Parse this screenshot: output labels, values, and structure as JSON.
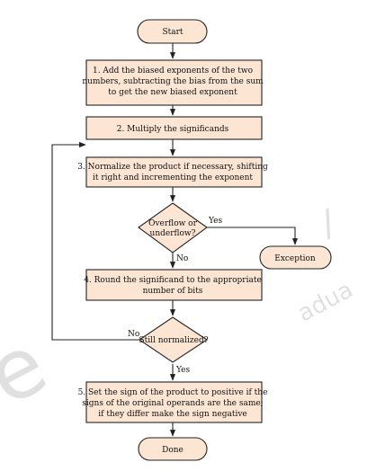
{
  "flowchart": {
    "start": "Start",
    "step1": [
      "1. Add the biased exponents of the two",
      "numbers, subtracting the bias from the sum",
      "to get the new biased exponent"
    ],
    "step2": "2. Multiply the significands",
    "step3": [
      "3. Normalize the product if necessary, shifting",
      "it right and incrementing the exponent"
    ],
    "decision_overflow": [
      "Overflow or",
      "underflow?"
    ],
    "yes_label_1": "Yes",
    "no_label_1": "No",
    "exception": "Exception",
    "step4": [
      "4. Round the significand to the appropriate",
      "number of bits"
    ],
    "decision_normalized": "Still normalized?",
    "no_label_2": "No",
    "yes_label_2": "Yes",
    "step5": [
      "5. Set the sign of the product to positive if the",
      "signs of the original operands are the same;",
      "if they differ make the sign negative"
    ],
    "done": "Done"
  },
  "colors": {
    "node_fill": "#fce6d3",
    "stroke": "#222222"
  }
}
